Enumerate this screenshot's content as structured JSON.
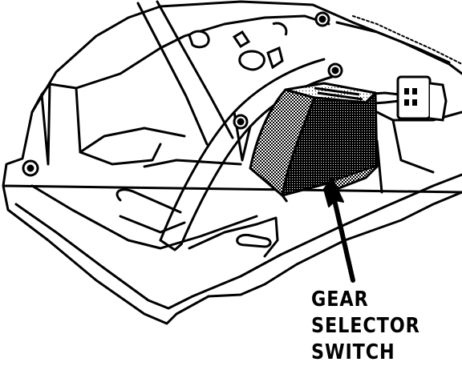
{
  "callout": {
    "lines": [
      "GEAR",
      "SELECTOR",
      "SWITCH"
    ]
  },
  "colors": {
    "ink": "#000000",
    "paper": "#ffffff",
    "switch_shading": "#5a5a5a"
  },
  "icons": [
    "arrow-pointer-icon",
    "bolt-icon",
    "electrical-connector-icon",
    "adjustment-slot-icon"
  ]
}
